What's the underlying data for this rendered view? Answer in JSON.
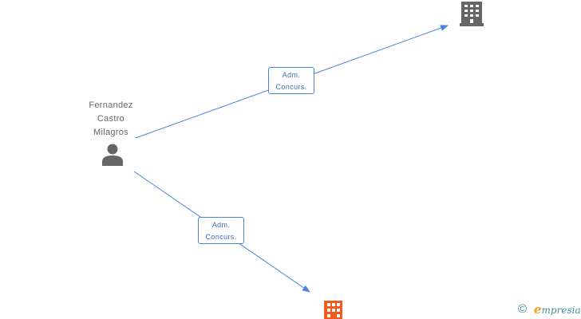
{
  "person": {
    "name_lines": [
      "Fernandez",
      "Castro",
      "Milagros"
    ],
    "icon": "person-icon"
  },
  "companies": [
    {
      "icon": "building-icon",
      "color": "#666666"
    },
    {
      "icon": "building-icon",
      "color": "#f05a1e"
    }
  ],
  "edges": [
    {
      "label_lines": [
        "Adm.",
        "Concurs."
      ],
      "target": 0
    },
    {
      "label_lines": [
        "Adm.",
        "Concurs."
      ],
      "target": 1
    }
  ],
  "colors": {
    "edge": "#4a86d8",
    "label_text": "#3b6fb5",
    "person_icon": "#666666",
    "brand": "#3d8f95",
    "brand_accent": "#f0a21b"
  },
  "watermark": {
    "symbol": "©",
    "initial": "e",
    "rest": "mpresia"
  }
}
